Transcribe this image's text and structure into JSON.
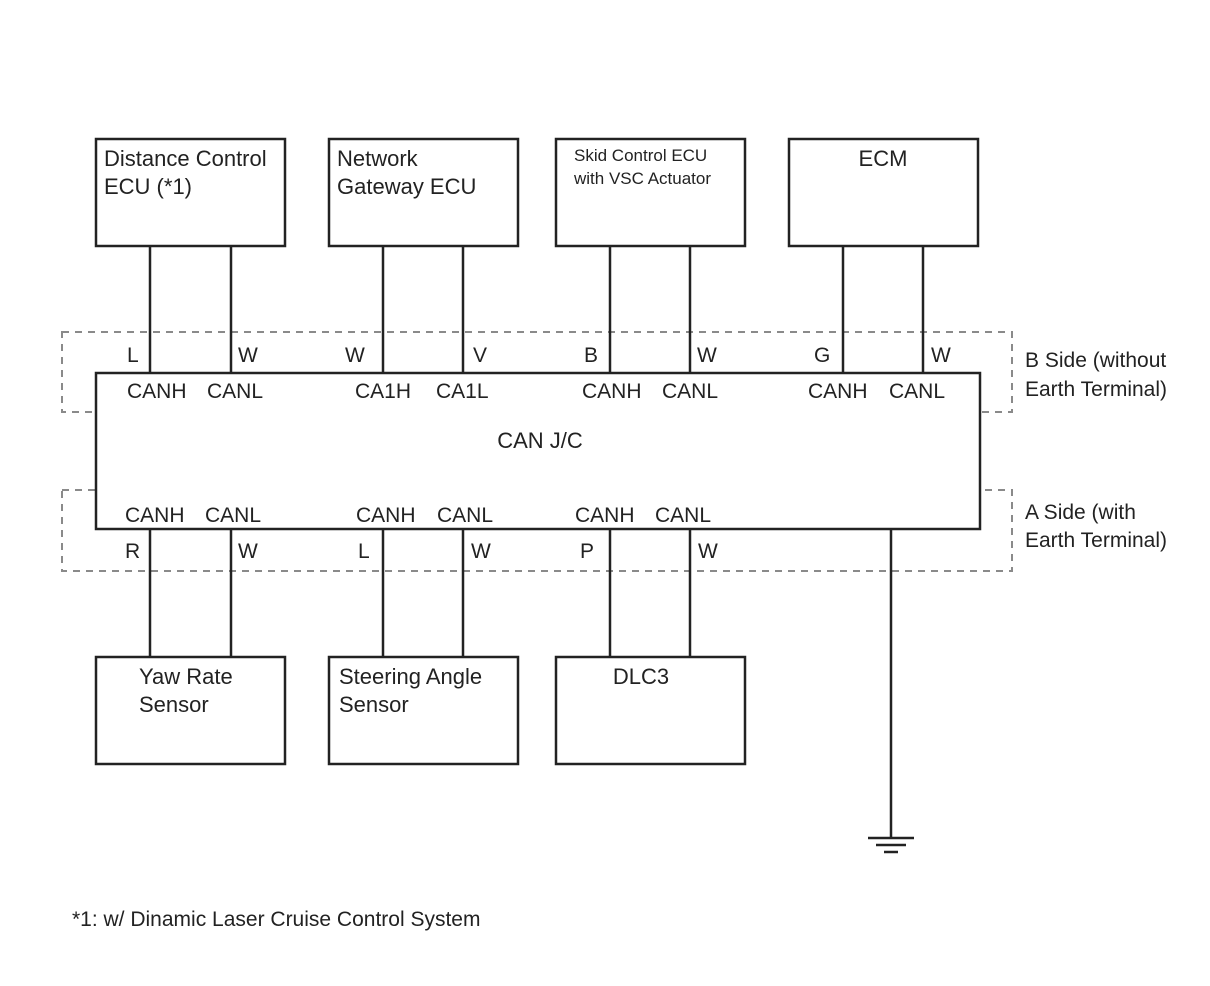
{
  "ecus_top": [
    {
      "id": "distance-control-ecu",
      "lines": [
        "Distance Control",
        "ECU (*1)"
      ]
    },
    {
      "id": "network-gateway-ecu",
      "lines": [
        "Network",
        "Gateway ECU"
      ]
    },
    {
      "id": "skid-control-ecu",
      "lines": [
        "Skid Control ECU",
        "with VSC Actuator"
      ]
    },
    {
      "id": "ecm",
      "lines": [
        "ECM"
      ]
    }
  ],
  "top_wire_colors": [
    "L",
    "W",
    "W",
    "V",
    "B",
    "W",
    "G",
    "W"
  ],
  "b_side_pins": [
    "CANH",
    "CANL",
    "CA1H",
    "CA1L",
    "CANH",
    "CANL",
    "CANH",
    "CANL"
  ],
  "junction_label": "CAN J/C",
  "a_side_pins": [
    "CANH",
    "CANL",
    "CANH",
    "CANL",
    "CANH",
    "CANL"
  ],
  "bottom_wire_colors": [
    "R",
    "W",
    "L",
    "W",
    "P",
    "W"
  ],
  "ecus_bottom": [
    {
      "id": "yaw-rate-sensor",
      "lines": [
        "Yaw Rate",
        "Sensor"
      ]
    },
    {
      "id": "steering-angle-sensor",
      "lines": [
        "Steering Angle",
        "Sensor"
      ]
    },
    {
      "id": "dlc3",
      "lines": [
        "DLC3"
      ]
    }
  ],
  "b_side_label": [
    "B Side (without",
    "Earth Terminal)"
  ],
  "a_side_label": [
    "A Side (with",
    "Earth Terminal)"
  ],
  "footnote": "*1: w/ Dinamic Laser Cruise Control System"
}
